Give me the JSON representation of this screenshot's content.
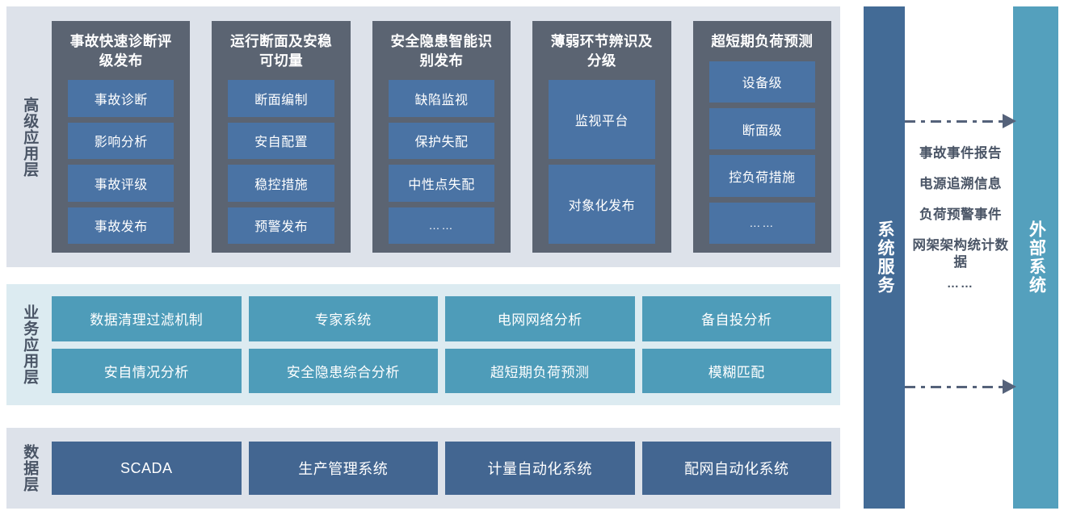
{
  "layers": [
    {
      "id": "advanced-application-layer",
      "label": "高级应用层",
      "groups": [
        {
          "title": "事故快速诊断评级发布",
          "items": [
            "事故诊断",
            "影响分析",
            "事故评级",
            "事故发布"
          ]
        },
        {
          "title": "运行断面及安稳可切量",
          "items": [
            "断面编制",
            "安自配置",
            "稳控措施",
            "预警发布"
          ]
        },
        {
          "title": "安全隐患智能识别发布",
          "items": [
            "缺陷监视",
            "保护失配",
            "中性点失配",
            "……"
          ]
        },
        {
          "title": "薄弱环节辨识及分级",
          "items": [
            "监视平台",
            "对象化发布"
          ]
        },
        {
          "title": "超短期负荷预测",
          "items": [
            "设备级",
            "断面级",
            "控负荷措施",
            "……"
          ]
        }
      ]
    },
    {
      "id": "business-application-layer",
      "label": "业务应用层",
      "items": [
        "数据清理过滤机制",
        "专家系统",
        "电网网络分析",
        "备自投分析",
        "安自情况分析",
        "安全隐患综合分析",
        "超短期负荷预测",
        "模糊匹配"
      ]
    },
    {
      "id": "data-layer",
      "label": "数据层",
      "items": [
        "SCADA",
        "生产管理系统",
        "计量自动化系统",
        "配网自动化系统"
      ]
    }
  ],
  "side": {
    "system_service_label": "系统服务",
    "external_system_label": "外部系统",
    "flows": [
      "事故事件报告",
      "电源追溯信息",
      "负荷预警事件",
      "网架架构统计数据"
    ],
    "flows_more": "……"
  },
  "colors": {
    "panel_advanced_bg": "#dde2ea",
    "panel_business_bg": "#dcebf1",
    "panel_data_bg": "#dde2ea",
    "group_card": "#5b6472",
    "advanced_item": "#4a73a4",
    "business_item": "#4e9cb9",
    "data_item": "#436691",
    "system_bar": "#436b96",
    "external_bar": "#54a0bd",
    "arrow": "#55627a",
    "label_text": "#4a5566"
  }
}
